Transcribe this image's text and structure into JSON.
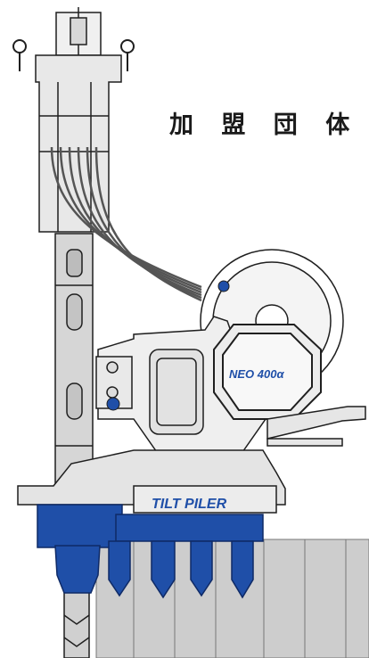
{
  "heading": "加 盟 団 体",
  "illustration": {
    "model_label": "NEO 400α",
    "brand_label": "TILT PILER"
  },
  "colors": {
    "accent_blue": "#1f4fa8",
    "machine_grey": "#d6d6d6",
    "outline": "#1f1f1f",
    "sheet_pile": "#c9c9c9"
  }
}
